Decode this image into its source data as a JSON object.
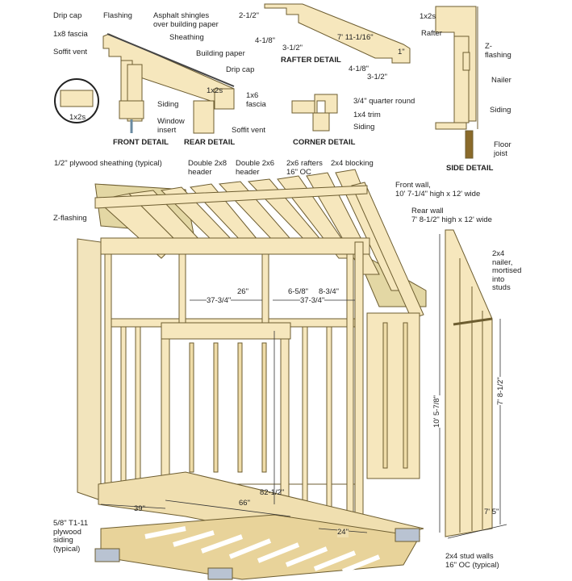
{
  "front_detail": {
    "title": "FRONT DETAIL",
    "labels": {
      "drip_cap": "Drip cap",
      "flashing": "Flashing",
      "shingles": "Asphalt shingles\nover building paper",
      "fascia": "1x8 fascia",
      "sheathing": "Sheathing",
      "soffit_vent": "Soffit vent",
      "building_paper": "Building paper",
      "one_by_twos": "1x2s",
      "siding": "Siding",
      "window_insert": "Window\ninsert"
    }
  },
  "rear_detail": {
    "title": "REAR DETAIL",
    "labels": {
      "drip_cap": "Drip cap",
      "one_by_twos": "1x2s",
      "fascia": "1x6\nfascia",
      "soffit_vent": "Soffit vent"
    }
  },
  "rafter_detail": {
    "title": "RAFTER DETAIL",
    "dims": {
      "top_notch": "2-1/2\"",
      "top_left": "4-1/8\"",
      "top_right": "3-1/2\"",
      "length": "7' 11-1/16\"",
      "end": "1\"",
      "bottom_left": "4-1/8\"",
      "bottom_right": "3-1/2\""
    }
  },
  "corner_detail": {
    "title": "CORNER DETAIL",
    "labels": {
      "quarter_round": "3/4\" quarter round",
      "trim": "1x4 trim",
      "siding": "Siding"
    }
  },
  "side_detail": {
    "title": "SIDE DETAIL",
    "labels": {
      "one_by_twos": "1x2s",
      "rafter": "Rafter",
      "z_flashing": "Z-\nflashing",
      "nailer": "Nailer",
      "siding": "Siding",
      "floor_joist": "Floor\njoist"
    }
  },
  "main": {
    "labels": {
      "plywood_sheathing": "1/2\" plywood sheathing (typical)",
      "double_2x8": "Double 2x8\nheader",
      "double_2x6": "Double 2x6\nheader",
      "rafters": "2x6 rafters\n16\" OC",
      "blocking": "2x4 blocking",
      "front_wall": "Front wall,\n10' 7-1/4\" high x 12' wide",
      "rear_wall": "Rear wall\n7' 8-1/2\" high x 12' wide",
      "z_flashing": "Z-flashing",
      "nailer": "2x4\nnailer,\nmortised\ninto\nstuds",
      "t1_11": "5/8\" T1-11\nplywood\nsiding\n(typical)",
      "stud_walls": "2x4 stud walls\n16\" OC (typical)"
    },
    "dims": {
      "d26": "26\"",
      "d6_5_8": "6-5/8\"",
      "d8_3_4": "8-3/4\"",
      "d37_left": "37-3/4\"",
      "d37_right": "37-3/4\"",
      "front_height": "10' 5-7/8\"",
      "rear_height": "7' 8-1/2\"",
      "d82": "82-1/2\"",
      "d39": "39\"",
      "d66": "66\"",
      "d24": "24\"",
      "depth": "7' 5\""
    }
  },
  "colors": {
    "wood": "#f6e7bd",
    "wood_dark": "#e3cf92",
    "line": "#6d5d30",
    "block": "#b9c3d2",
    "joist": "#8a6a2a"
  }
}
